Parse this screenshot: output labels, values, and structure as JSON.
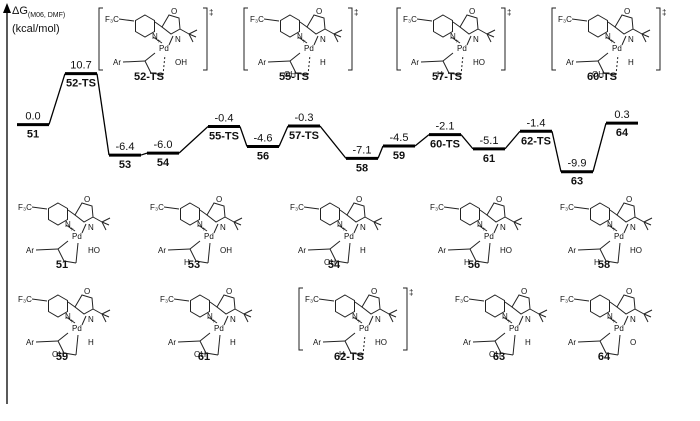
{
  "axis": {
    "label_main": "ΔG",
    "label_sub": "(M06, DMF)",
    "label_units": "(kcal/mol)"
  },
  "profile": [
    {
      "id": "51",
      "energy": "0.0",
      "e": 0.0
    },
    {
      "id": "52-TS",
      "energy": "10.7",
      "e": 10.7
    },
    {
      "id": "53",
      "energy": "-6.4",
      "e": -6.4
    },
    {
      "id": "54",
      "energy": "-6.0",
      "e": -6.0
    },
    {
      "id": "55-TS",
      "energy": "-0.4",
      "e": -0.4
    },
    {
      "id": "56",
      "energy": "-4.6",
      "e": -4.6
    },
    {
      "id": "57-TS",
      "energy": "-0.3",
      "e": -0.3
    },
    {
      "id": "58",
      "energy": "-7.1",
      "e": -7.1
    },
    {
      "id": "59",
      "energy": "-4.5",
      "e": -4.5
    },
    {
      "id": "60-TS",
      "energy": "-2.1",
      "e": -2.1
    },
    {
      "id": "61",
      "energy": "-5.1",
      "e": -5.1
    },
    {
      "id": "62-TS",
      "energy": "-1.4",
      "e": -1.4
    },
    {
      "id": "63",
      "energy": "-9.9",
      "e": -9.9
    },
    {
      "id": "64",
      "energy": "0.3",
      "e": 0.3
    }
  ],
  "ts_structures": [
    {
      "label": "52-TS",
      "aryl": "Ar",
      "groups": [
        "OH"
      ]
    },
    {
      "label": "55-TS",
      "aryl": "Ar",
      "groups": [
        "H",
        "OH"
      ]
    },
    {
      "label": "57-TS",
      "aryl": "Ar",
      "groups": [
        "HO",
        "H"
      ]
    },
    {
      "label": "60-TS",
      "aryl": "Ar",
      "groups": [
        "H",
        "OH"
      ]
    }
  ],
  "structures_row1": [
    {
      "label": "51",
      "aryl": "Ar",
      "groups": [
        "HO"
      ]
    },
    {
      "label": "53",
      "aryl": "Ar",
      "groups": [
        "OH",
        "H"
      ]
    },
    {
      "label": "54",
      "aryl": "Ar",
      "groups": [
        "H",
        "OH"
      ]
    },
    {
      "label": "56",
      "aryl": "Ar",
      "groups": [
        "HO",
        "H"
      ]
    },
    {
      "label": "58",
      "aryl": "Ar",
      "groups": [
        "HO",
        "H"
      ]
    }
  ],
  "structures_row2": [
    {
      "label": "59",
      "aryl": "Ar",
      "groups": [
        "H",
        "OH"
      ]
    },
    {
      "label": "61",
      "aryl": "Ar",
      "groups": [
        "H",
        "OH"
      ]
    },
    {
      "label": "62-TS",
      "aryl": "Ar",
      "groups": [
        "HO",
        "H"
      ]
    },
    {
      "label": "63",
      "aryl": "Ar",
      "groups": [
        "H",
        "OH"
      ]
    },
    {
      "label": "64",
      "aryl": "Ar",
      "groups": [
        "O"
      ]
    }
  ],
  "atoms": {
    "cf3": "F₃C",
    "metal": "Pd",
    "charge": "+",
    "n": "N",
    "o": "O",
    "dagger": "‡"
  }
}
